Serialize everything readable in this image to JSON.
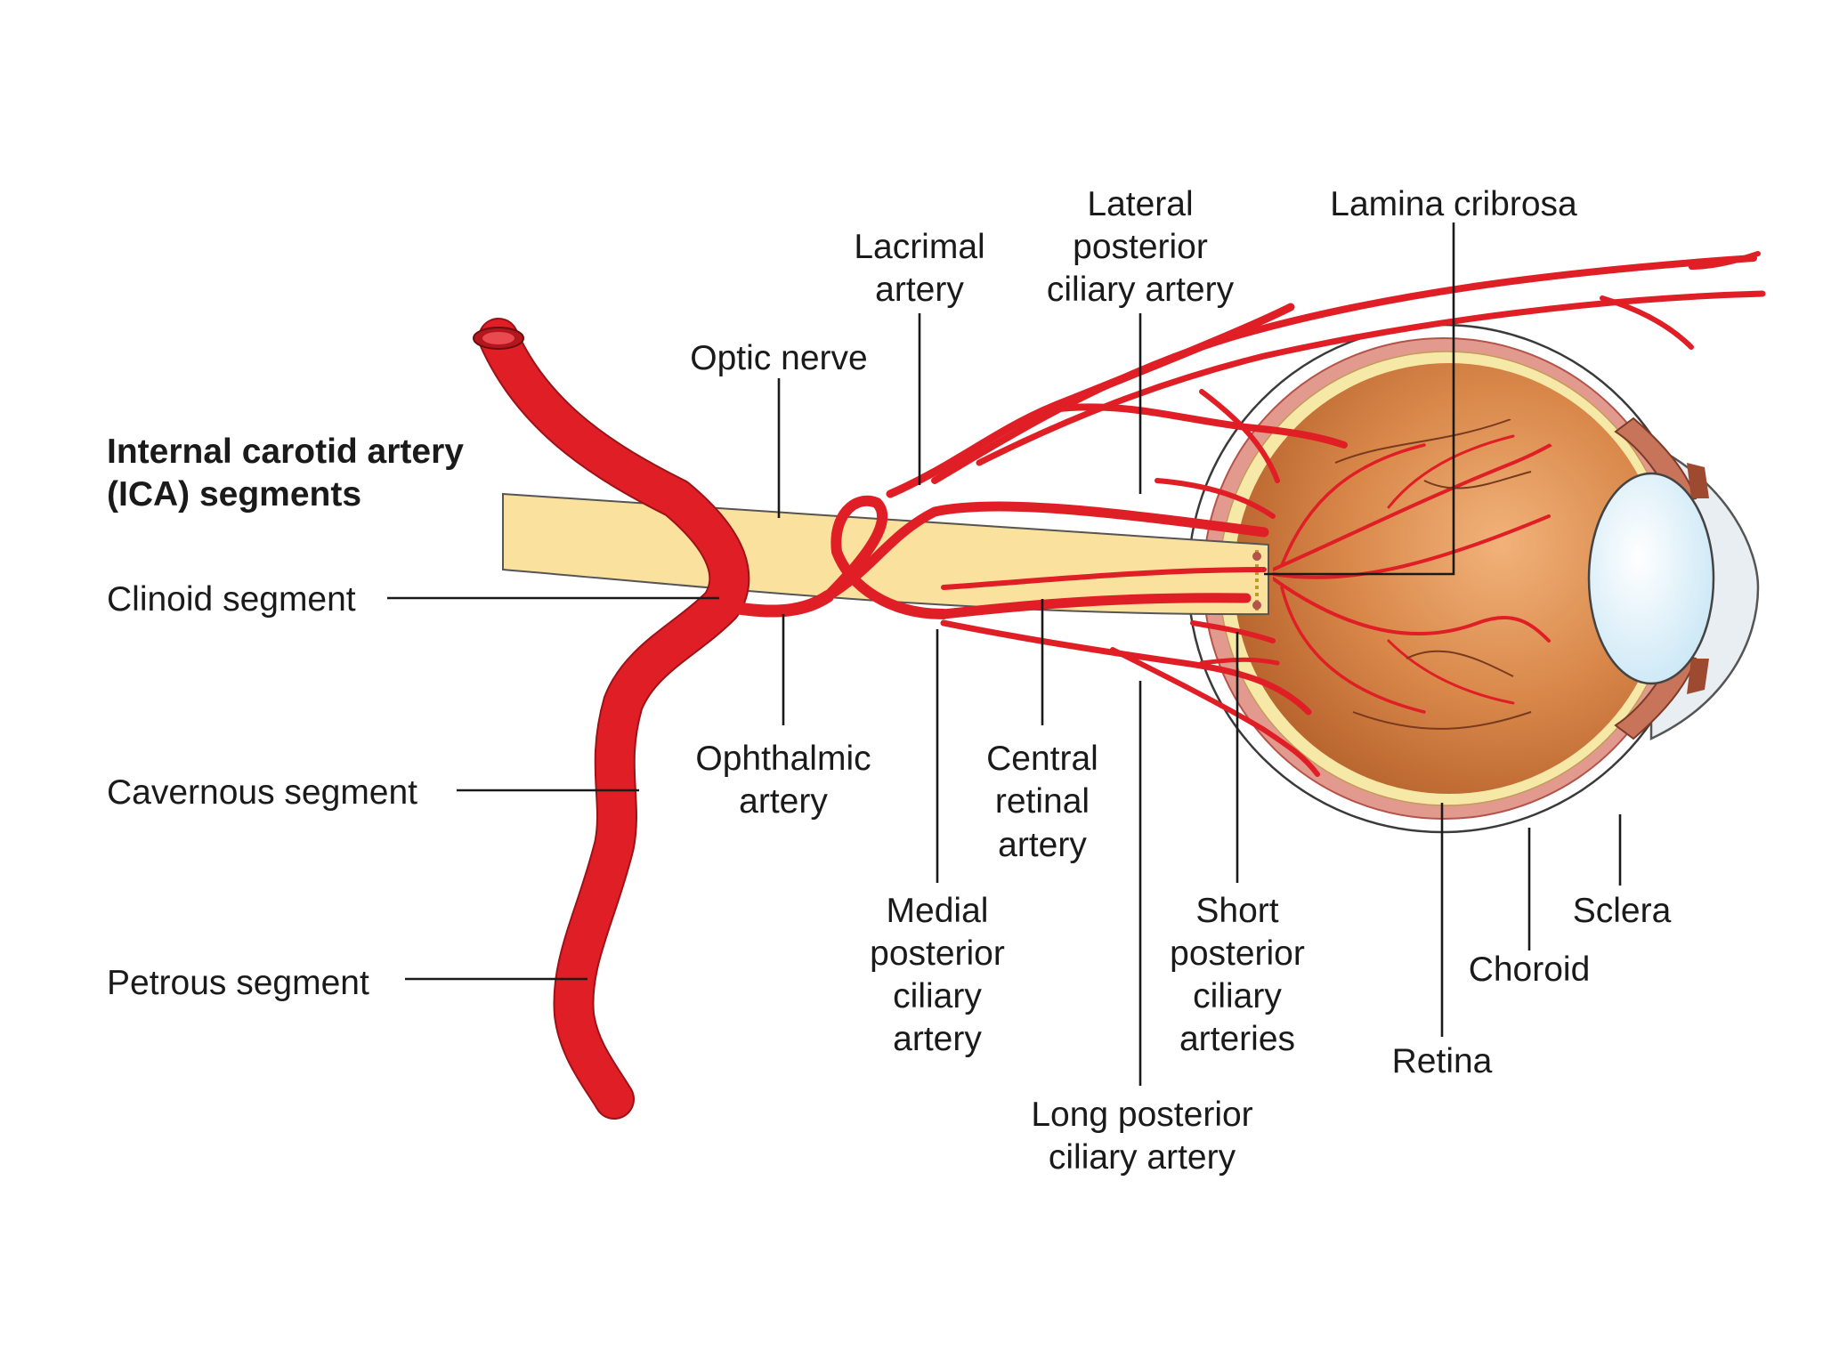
{
  "title": {
    "line1": "Internal carotid artery",
    "line2": "(ICA) segments"
  },
  "labels": {
    "clinoid": "Clinoid segment",
    "cavernous": "Cavernous segment",
    "petrous": "Petrous segment",
    "optic_nerve": "Optic nerve",
    "lacrimal": [
      "Lacrimal",
      "artery"
    ],
    "lateral_pca": [
      "Lateral",
      "posterior",
      "ciliary artery"
    ],
    "lamina": "Lamina cribrosa",
    "ophthalmic": [
      "Ophthalmic",
      "artery"
    ],
    "central_retinal": [
      "Central",
      "retinal",
      "artery"
    ],
    "medial_pca": [
      "Medial",
      "posterior",
      "ciliary",
      "artery"
    ],
    "short_pca": [
      "Short",
      "posterior",
      "ciliary",
      "arteries"
    ],
    "long_pca": [
      "Long posterior",
      "ciliary artery"
    ],
    "retina": "Retina",
    "choroid": "Choroid",
    "sclera": "Sclera"
  },
  "colors": {
    "artery": "#e01e25",
    "optic_nerve": "#fae29e",
    "eye_interior": "#d98a4a",
    "choroid": "#e39a8e",
    "retina_layer": "#f6e9a8",
    "lens": "#d6eef9",
    "cornea": "#e9eef2"
  }
}
